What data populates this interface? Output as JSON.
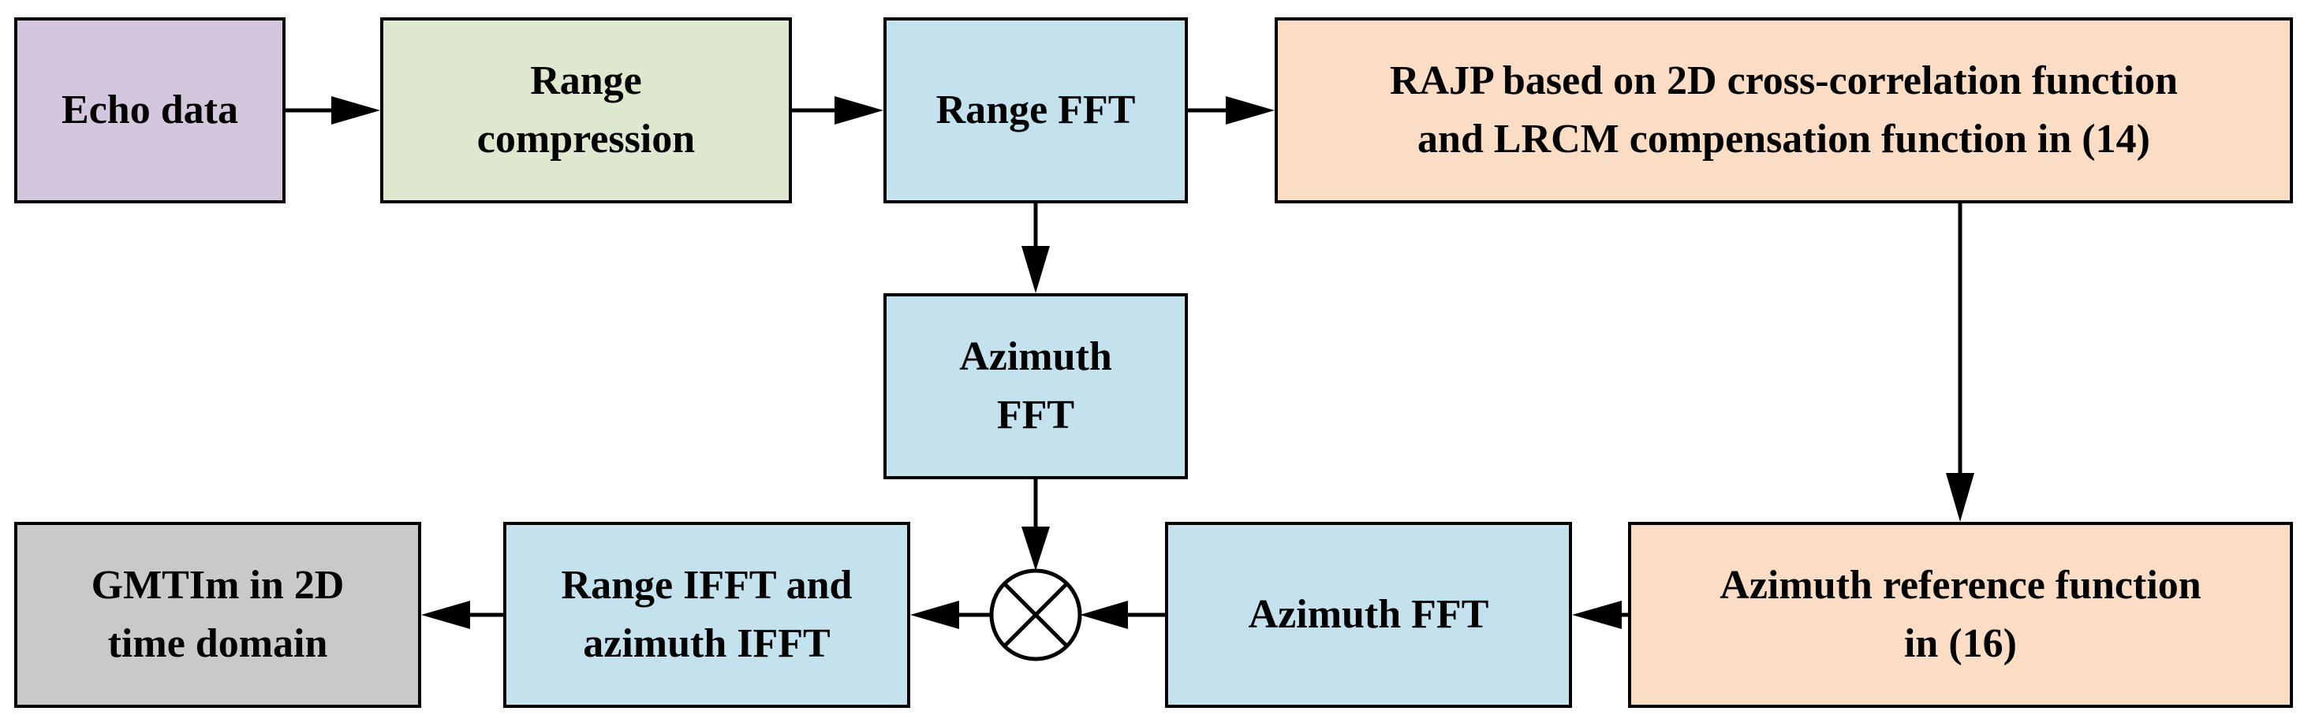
{
  "boxes": {
    "echo": "Echo data",
    "range_compression": "Range\ncompression",
    "range_fft": "Range FFT",
    "rajp": "RAJP based on 2D cross-correlation function\nand LRCM compensation function in (14)",
    "azimuth_fft_upper": "Azimuth\nFFT",
    "gmti": "GMTIm in 2D\ntime domain",
    "range_ifft": "Range IFFT and\nazimuth IFFT",
    "azimuth_fft_lower": "Azimuth FFT",
    "azimuth_reference": "Azimuth reference function\nin (16)"
  },
  "colors": {
    "echo": "#d3c7de",
    "range_compression": "#dde8cf",
    "fft_blocks": "#c3e2ee",
    "rajp_blocks": "#fbddc6",
    "gmti": "#c9c9c9"
  },
  "symbols": {
    "multiplier": "multiply-circle-icon"
  }
}
